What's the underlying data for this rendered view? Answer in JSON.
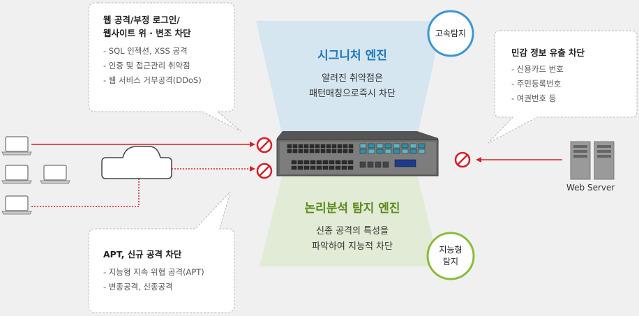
{
  "colors": {
    "red": "#d81e28",
    "top_cone": "#d5e6f1",
    "bottom_cone": "#e2ebd6",
    "blue_title": "#1c78b8",
    "green_title": "#5c8a1c",
    "blue_circle": "#3b96d6",
    "green_circle": "#8cbb3c"
  },
  "top_left_box": {
    "title_lines": [
      "웹 공격/부정 로그인/",
      "웹사이트 위 · 변조 차단"
    ],
    "items": [
      "- SQL 인젝션, XSS 공격",
      "- 인증 및 접근관리 취약점",
      "- 웹 서비스 거부공격(DDoS)"
    ]
  },
  "bottom_left_box": {
    "title": "APT, 신규 공격 차단",
    "items": [
      "- 지능형 지속 위협 공격(APT)",
      "- 변종공격, 신종공격"
    ]
  },
  "right_box": {
    "title": "민감 정보 유출 차단",
    "items": [
      "- 신용카드 번호",
      "- 주민등록번호",
      "- 여권번호 등"
    ]
  },
  "signature_engine": {
    "title": "시그니처 엔진",
    "desc_lines": [
      "알려진 취약점은",
      "패턴매칭으로즉시 차단"
    ],
    "badge": "고속탐지"
  },
  "logic_engine": {
    "title": "논리분석 탐지 엔진",
    "desc_lines": [
      "신종 공격의 특성을",
      "파악하여 지능적 차단"
    ],
    "badge_lines": [
      "지능형",
      "탐지"
    ]
  },
  "server": {
    "label": "Web Server",
    "icon": "server-icon"
  },
  "icons": {
    "client": "laptop-icon",
    "network": "cloud-icon",
    "block": "prohibited-icon",
    "appliance": "network-appliance-icon"
  }
}
